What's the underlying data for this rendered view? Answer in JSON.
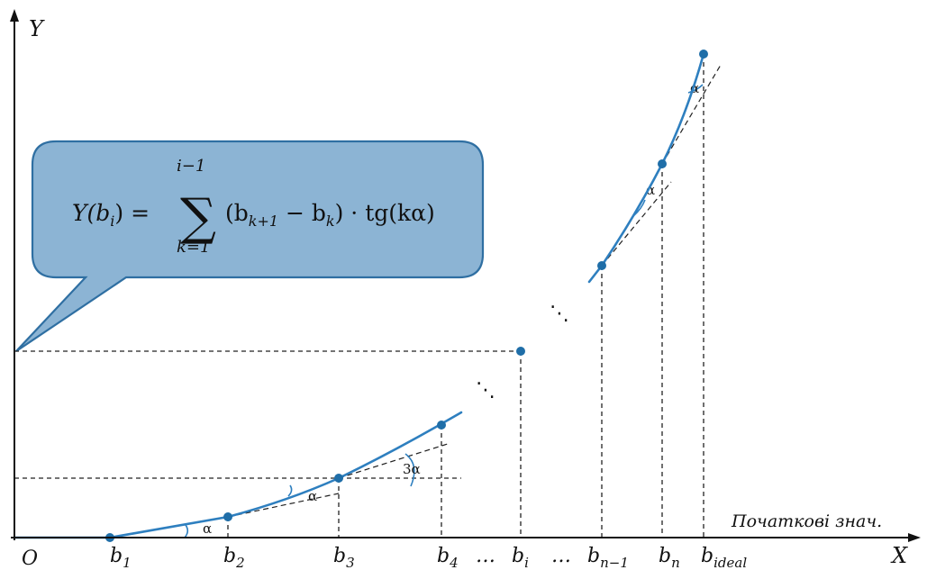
{
  "axes": {
    "y_label": "Y",
    "x_label": "X",
    "origin_label": "O"
  },
  "caption": "Початкові знач.",
  "x_ticks": [
    {
      "base": "b",
      "sub": "1"
    },
    {
      "base": "b",
      "sub": "2"
    },
    {
      "base": "b",
      "sub": "3"
    },
    {
      "base": "b",
      "sub": "4"
    },
    {
      "base": "…",
      "sub": ""
    },
    {
      "base": "b",
      "sub": "i"
    },
    {
      "base": "…",
      "sub": ""
    },
    {
      "base": "b",
      "sub": "n−1"
    },
    {
      "base": "b",
      "sub": "n"
    },
    {
      "base": "b",
      "sub": "ideal"
    }
  ],
  "angles": {
    "alpha": "α",
    "three_alpha": "3α"
  },
  "formula": {
    "lhs": "Y(b",
    "lhs_sub": "i",
    "lhs_close": ") =",
    "sum_symbol": "∑",
    "upper_limit": "i−1",
    "lower_limit": "k=1",
    "term_open": "(b",
    "term_sub1": "k+1",
    "term_minus": " − b",
    "term_sub2": "k",
    "term_rest": ") · tg(kα)"
  },
  "ellipsis": "⋱"
}
